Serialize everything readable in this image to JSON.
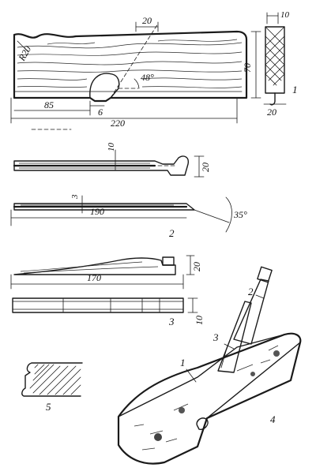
{
  "figure": {
    "dimensions": {
      "top_gap": "20",
      "radius": "R20",
      "angle_main": "48°",
      "height_70": "70",
      "slot_offset": "85",
      "slot_width": "6",
      "length_220": "220",
      "side_10_top": "10",
      "side_20": "20",
      "blade_10": "10",
      "blade_20": "20",
      "wedge_3": "3",
      "wedge_190": "190",
      "wedge_angle": "35°",
      "stop_20": "20",
      "stop_170": "170",
      "stop_10": "10"
    },
    "callouts": {
      "part_1": "1",
      "part_2": "2",
      "part_3": "3",
      "part_4": "4",
      "part_5": "5",
      "iso_1": "1",
      "iso_2": "2",
      "iso_3": "3"
    }
  }
}
